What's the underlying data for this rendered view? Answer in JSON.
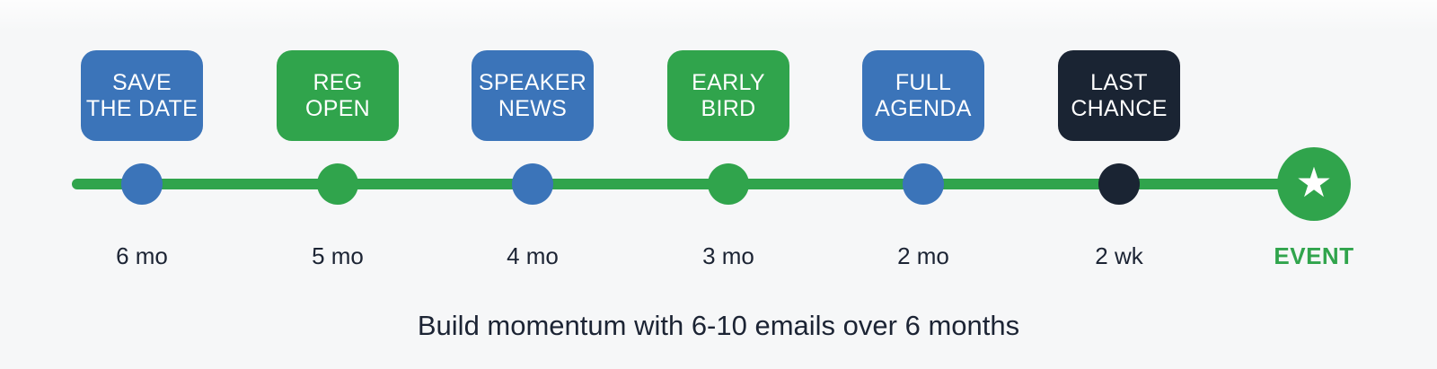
{
  "palette": {
    "bg": "#f6f7f8",
    "blue": "#3b74b9",
    "green": "#30a44c",
    "navy": "#1a2433",
    "text": "#1c2434"
  },
  "timeline": {
    "milestones": [
      {
        "box_line1": "SAVE",
        "box_line2": "THE DATE",
        "time_label": "6 mo",
        "variant": "blue"
      },
      {
        "box_line1": "REG",
        "box_line2": "OPEN",
        "time_label": "5 mo",
        "variant": "green"
      },
      {
        "box_line1": "SPEAKER",
        "box_line2": "NEWS",
        "time_label": "4 mo",
        "variant": "blue"
      },
      {
        "box_line1": "EARLY",
        "box_line2": "BIRD",
        "time_label": "3 mo",
        "variant": "green"
      },
      {
        "box_line1": "FULL",
        "box_line2": "AGENDA",
        "time_label": "2 mo",
        "variant": "blue"
      },
      {
        "box_line1": "LAST",
        "box_line2": "CHANCE",
        "time_label": "2 wk",
        "variant": "navy"
      }
    ],
    "event": {
      "label": "EVENT",
      "star_glyph": "★"
    }
  },
  "caption": {
    "text": "Build momentum with 6-10 emails over 6 months"
  }
}
